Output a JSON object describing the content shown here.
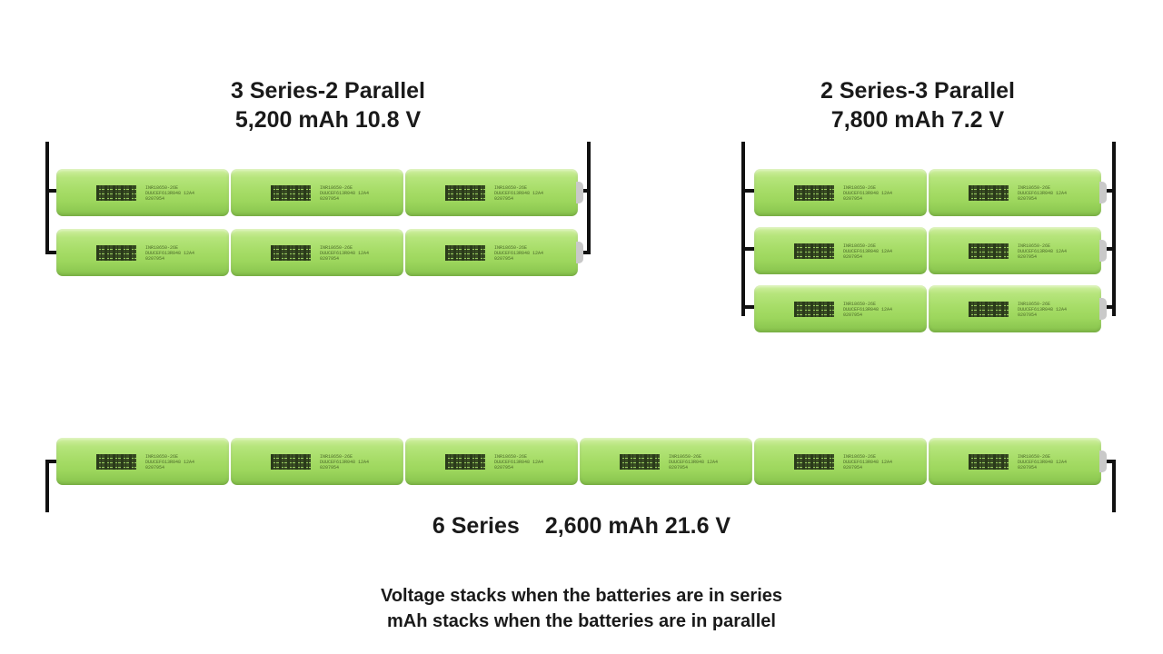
{
  "groups": [
    {
      "id": "3s2p",
      "title_line1": "3 Series-2 Parallel",
      "title_line2": "5,200 mAh 10.8 V",
      "series": 3,
      "parallel": 2
    },
    {
      "id": "2s3p",
      "title_line1": "2 Series-3 Parallel",
      "title_line2": "7,800 mAh 7.2 V",
      "series": 2,
      "parallel": 3
    },
    {
      "id": "6s",
      "label": "6 Series",
      "spec": "2,600 mAh 21.6 V",
      "series": 6,
      "parallel": 1
    }
  ],
  "cell_print": [
    "INR18650-26E",
    "DUUCEF613R048 12A4",
    "0207954"
  ],
  "caption": {
    "line1": "Voltage stacks when the batteries are in series",
    "line2": "mAh stacks when the batteries are in parallel"
  },
  "colors": {
    "cell": "#a7dd68",
    "wire": "#111111",
    "text": "#1a1a1a"
  }
}
